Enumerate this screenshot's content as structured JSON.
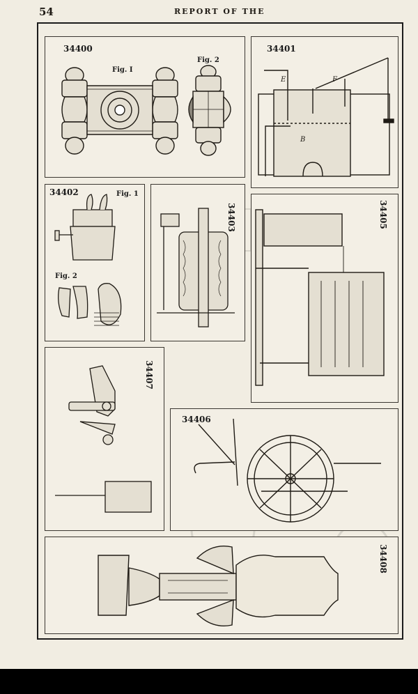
{
  "page": {
    "number": "54",
    "running_head": "REPORT OF THE"
  },
  "panels": [
    {
      "id": "34400",
      "labels": [
        "Fig. I",
        "Fig. 2"
      ]
    },
    {
      "id": "34401",
      "labels": []
    },
    {
      "id": "34402",
      "labels": [
        "Fig. 1",
        "Fig. 2"
      ]
    },
    {
      "id": "34403",
      "labels": []
    },
    {
      "id": "34405",
      "labels": []
    },
    {
      "id": "34407",
      "labels": []
    },
    {
      "id": "34406",
      "labels": []
    },
    {
      "id": "34408",
      "labels": []
    }
  ],
  "colors": {
    "paper": "#f1ede2",
    "ink": "#1e1a14",
    "outside": "#000000"
  }
}
